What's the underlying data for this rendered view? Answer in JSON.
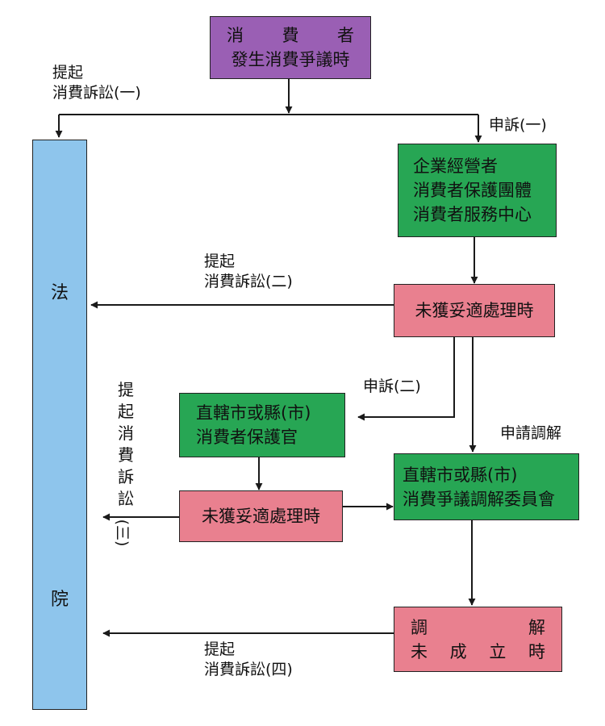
{
  "consumer_box": {
    "line1": [
      "消",
      "費",
      "者"
    ],
    "line2": "發生消費爭議時"
  },
  "court": {
    "char1": "法",
    "char2": "院"
  },
  "business_box": [
    "企業經營者",
    "消費者保護團體",
    "消費者服務中心"
  ],
  "not_resolved_1": "未獲妥適處理時",
  "protection_officer_box": [
    "直轄市或縣(市)",
    "消費者保護官"
  ],
  "not_resolved_2": "未獲妥適處理時",
  "mediation_committee_box": [
    "直轄市或縣(市)",
    "消費爭議調解委員會"
  ],
  "mediation_failed_box": {
    "line1": [
      "調",
      "解"
    ],
    "line2": [
      "未",
      "成",
      "立",
      "時"
    ]
  },
  "labels": {
    "lawsuit_1": [
      "提起",
      "消費訴訟(一)"
    ],
    "complaint_1": "申訴(一)",
    "lawsuit_2": [
      "提起",
      "消費訴訟(二)"
    ],
    "complaint_2": "申訴(二)",
    "apply_mediation": "申請調解",
    "lawsuit_3_vertical": "提起消費訴訟",
    "lawsuit_3_number": "(三)",
    "lawsuit_4": [
      "提起",
      "消費訴訟(四)"
    ]
  },
  "colors": {
    "consumer": "#9a5fb4",
    "court": "#8ec5ec",
    "green_box": "#27a654",
    "pink_box": "#e9808f",
    "arrow": "#1a1a1a"
  }
}
